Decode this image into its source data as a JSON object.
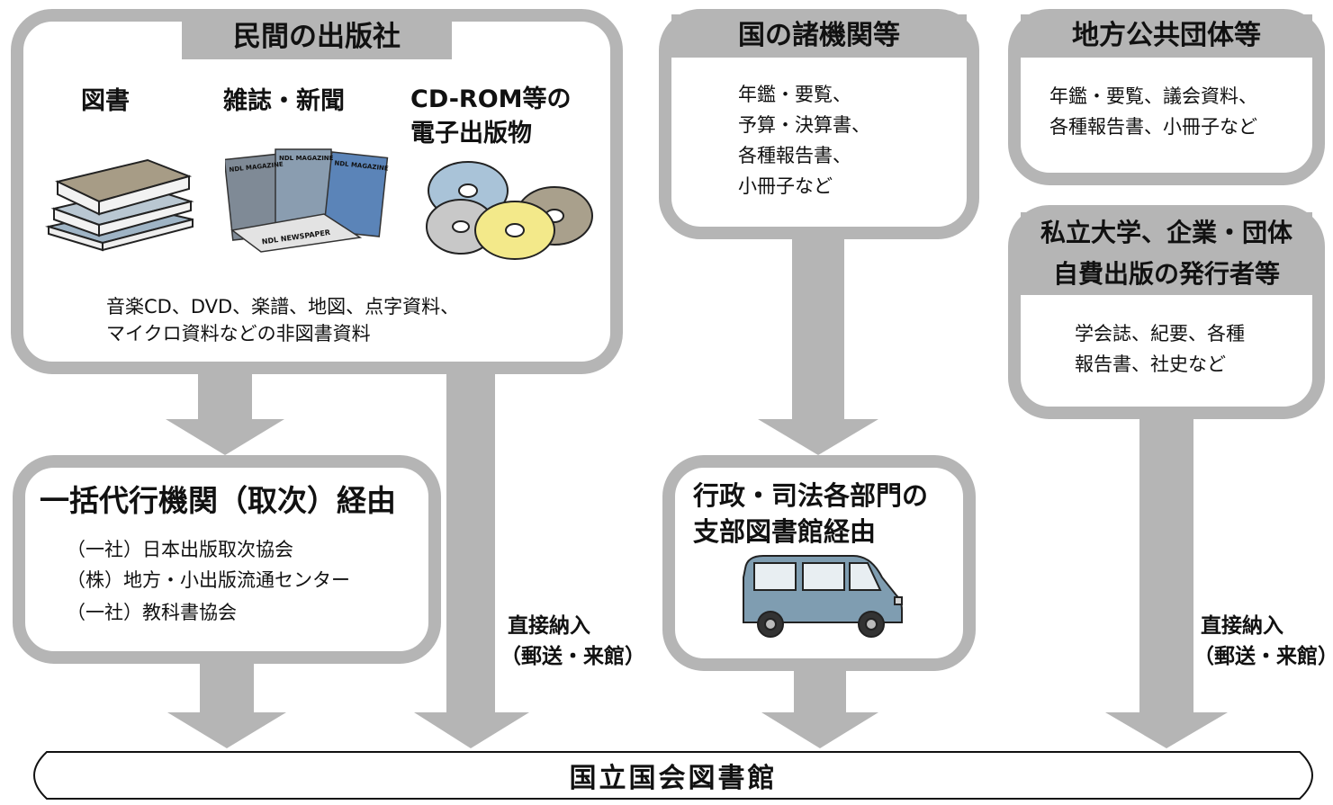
{
  "publishers": {
    "title": "民間の出版社",
    "books": "図書",
    "magazines": "雑誌・新聞",
    "cdrom_line1": "CD-ROM等の",
    "cdrom_line2": "電子出版物",
    "magazine_label": "NDL MAGAZINE",
    "newspaper_label": "NDL NEWSPAPER",
    "nonbook_line1": "音楽CD、DVD、楽譜、地図、点字資料、",
    "nonbook_line2": "マイクロ資料などの非図書資料"
  },
  "distributor": {
    "title": "一括代行機関（取次）経由",
    "items": [
      "（一社）日本出版取次協会",
      "（株）地方・小出版流通センター",
      "（一社）教科書協会"
    ]
  },
  "direct_delivery": {
    "line1": "直接納入",
    "line2": "（郵送・来館）"
  },
  "national_agencies": {
    "title": "国の諸機関等",
    "items": [
      "年鑑・要覧、",
      "予算・決算書、",
      "各種報告書、",
      "小冊子など"
    ]
  },
  "branch_libraries": {
    "line1": "行政・司法各部門の",
    "line2": "支部図書館経由"
  },
  "local_governments": {
    "title": "地方公共団体等",
    "items": [
      "年鑑・要覧、議会資料、",
      "各種報告書、小冊子など"
    ]
  },
  "private_orgs": {
    "title_line1": "私立大学、企業・団体",
    "title_line2": "自費出版の発行者等",
    "items": [
      "学会誌、紀要、各種",
      "報告書、社史など"
    ]
  },
  "destination": {
    "label": "国立国会図書館"
  },
  "colors": {
    "frame": "#b5b5b5",
    "arrow": "#b5b5b5",
    "van": "#7f9db1",
    "disc_yellow": "#f3e98a",
    "disc_blue": "#7aa3c8"
  }
}
